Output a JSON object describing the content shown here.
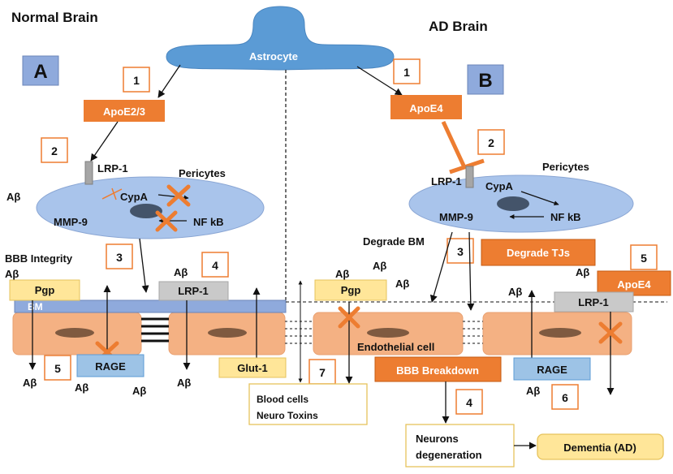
{
  "titles": {
    "normal": "Normal Brain",
    "ad": "AD Brain",
    "panel_a": "A",
    "panel_b": "B"
  },
  "astrocyte": "Astrocyte",
  "steps": {
    "a1": "1",
    "a2": "2",
    "a3": "3",
    "a4": "4",
    "a5": "5",
    "b1": "1",
    "b2": "2",
    "b3": "3",
    "b4": "4",
    "b5": "5",
    "b6": "6",
    "center7": "7"
  },
  "normal_side": {
    "apoe": "ApoE2/3",
    "lrp1_top": "LRP-1",
    "pericytes": "Pericytes",
    "cypa": "CypA",
    "mmp9": "MMP-9",
    "nfkb": "NF kB",
    "bbb_integrity": "BBB Integrity",
    "pgp": "Pgp",
    "lrp1_box": "LRP-1",
    "bm": "BM",
    "rage": "RAGE",
    "glut1": "Glut-1",
    "ab": "Aβ"
  },
  "ad_side": {
    "apoe": "ApoE4",
    "lrp1_top": "LRP-1",
    "pericytes": "Pericytes",
    "cypa": "CypA",
    "mmp9": "MMP-9",
    "nfkb": "NF kB",
    "degrade_bm": "Degrade BM",
    "degrade_tjs": "Degrade TJs",
    "pgp": "Pgp",
    "apoe_box": "ApoE4",
    "lrp1_box": "LRP-1",
    "endothelial": "Endothelial cell",
    "bbb_breakdown": "BBB Breakdown",
    "rage": "RAGE",
    "neurons_l1": "Neurons",
    "neurons_l2": "degeneration",
    "dementia": "Dementia (AD)",
    "ab": "Aβ"
  },
  "center": {
    "blood_l1": "Blood cells",
    "blood_l2": "Neuro Toxins"
  },
  "colors": {
    "astrocyte": "#5b9bd5",
    "pericyte": "#a9c4eb",
    "orange": "#ed7d31",
    "endothelial": "#f4b183",
    "nucleus": "#7f5a40",
    "bm": "#8faadc",
    "yellow": "#ffe699",
    "gray": "#c9c9c9",
    "rage": "#9dc3e6"
  }
}
